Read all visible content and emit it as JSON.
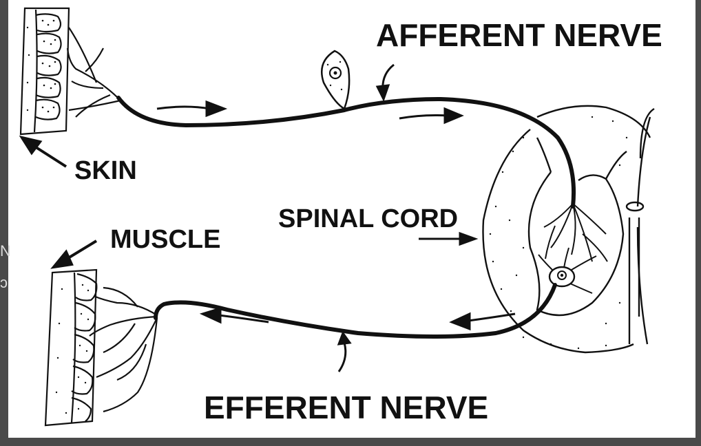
{
  "labels": {
    "afferent": "AFFERENT NERVE",
    "skin": "SKIN",
    "spinal_cord": "SPINAL CORD",
    "muscle": "MUSCLE",
    "efferent": "EFFERENT NERVE"
  },
  "edge_fragments": {
    "left_top": "N",
    "left_bottom": "ɔ"
  },
  "colors": {
    "background": "#4a4a4a",
    "card": "#ffffff",
    "ink": "#111111"
  }
}
